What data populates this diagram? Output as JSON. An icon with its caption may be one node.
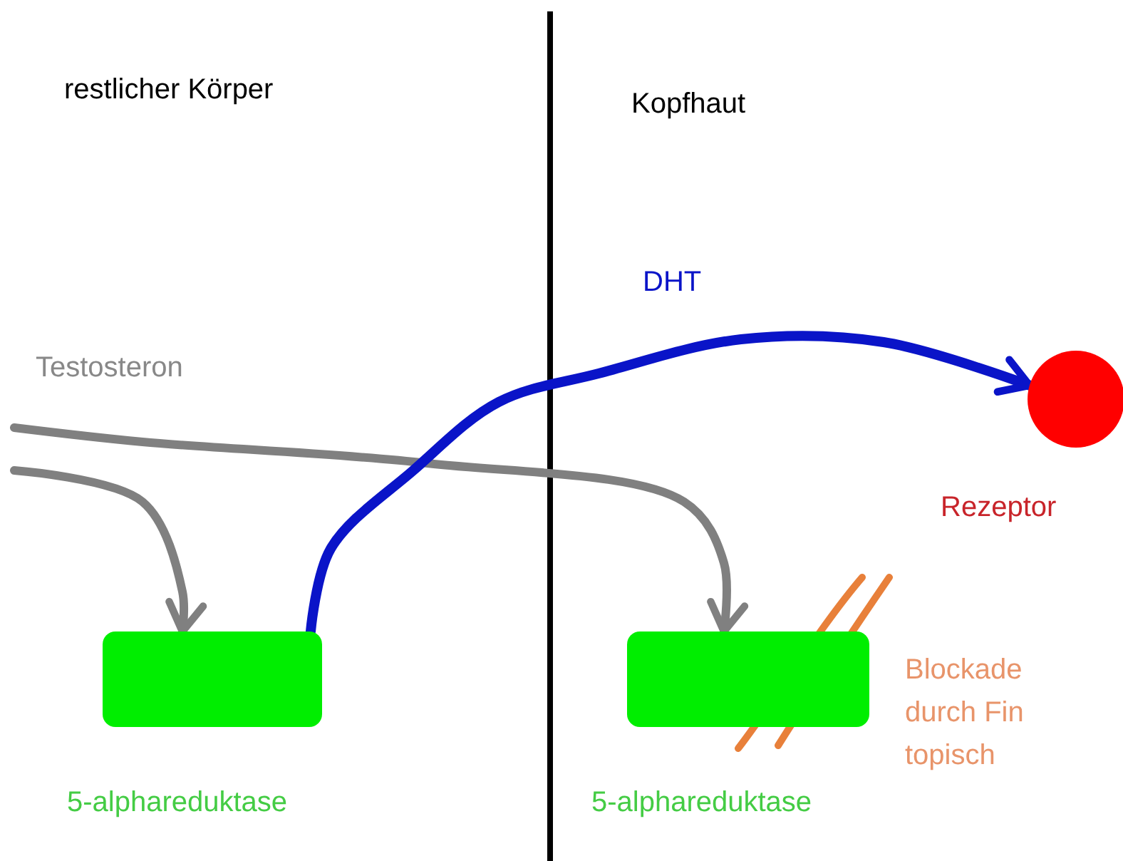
{
  "diagram": {
    "nodes": [
      {
        "text": [
          "5-alphareduktase"
        ]
      },
      {
        "text": [
          "5-alphareduktase"
        ]
      },
      {
        "text": [
          "Rezeptor"
        ]
      }
    ],
    "edges": [
      {
        "from": null,
        "to": 0,
        "arrow": "to"
      },
      {
        "from": null,
        "to": 1,
        "arrow": "to"
      },
      {
        "from": 0,
        "to": 2,
        "arrow": "to",
        "label": "DHT",
        "color": "#0a14c8"
      }
    ],
    "labels": [
      "restlicher Körper",
      "Kopfhaut",
      "Testosteron",
      "Blockade durch Fin topisch"
    ]
  }
}
